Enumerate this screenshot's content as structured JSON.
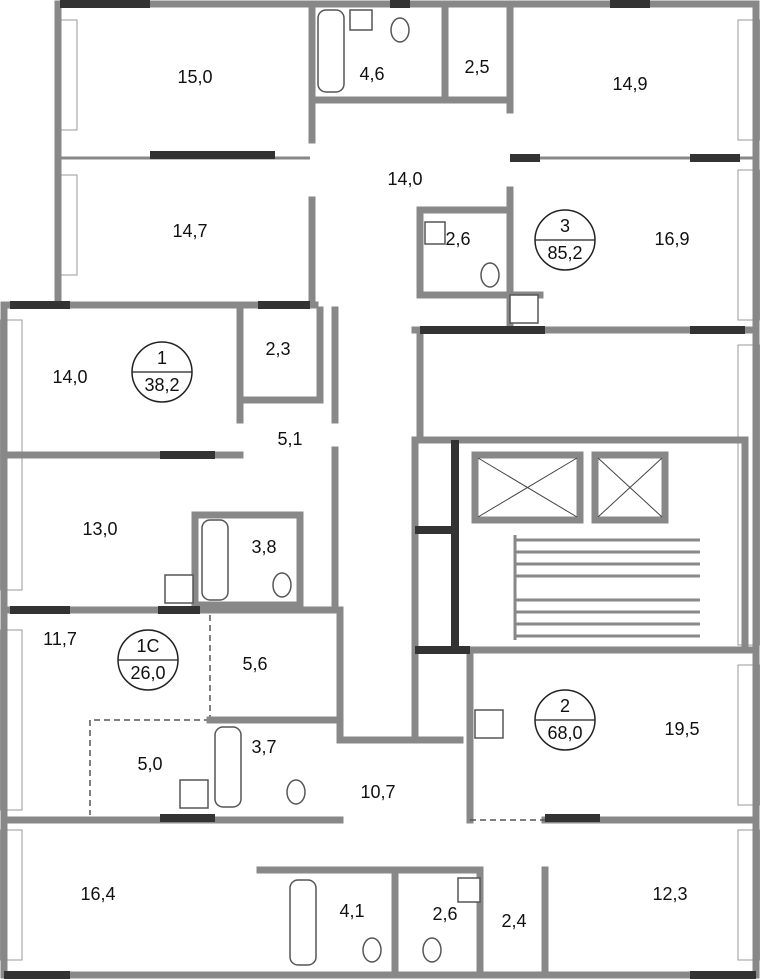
{
  "rooms": [
    {
      "area": "15,0"
    },
    {
      "area": "4,6"
    },
    {
      "area": "2,5"
    },
    {
      "area": "14,9"
    },
    {
      "area": "14,0"
    },
    {
      "area": "14,7"
    },
    {
      "area": "2,6"
    },
    {
      "area": "16,9"
    },
    {
      "area": "14,0"
    },
    {
      "area": "2,3"
    },
    {
      "area": "5,1"
    },
    {
      "area": "13,0"
    },
    {
      "area": "3,8"
    },
    {
      "area": "11,7"
    },
    {
      "area": "5,6"
    },
    {
      "area": "5,0"
    },
    {
      "area": "3,7"
    },
    {
      "area": "10,7"
    },
    {
      "area": "19,5"
    },
    {
      "area": "16,4"
    },
    {
      "area": "4,1"
    },
    {
      "area": "2,6"
    },
    {
      "area": "2,4"
    },
    {
      "area": "12,3"
    }
  ],
  "apartments": [
    {
      "number": "1",
      "total_area": "38,2"
    },
    {
      "number": "1С",
      "total_area": "26,0"
    },
    {
      "number": "3",
      "total_area": "85,2"
    },
    {
      "number": "2",
      "total_area": "68,0"
    }
  ],
  "colors": {
    "wall": "#888888",
    "outer_wall": "#333333"
  }
}
